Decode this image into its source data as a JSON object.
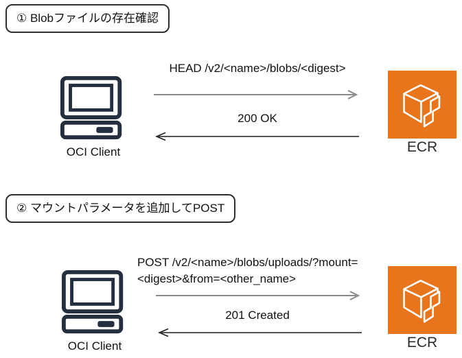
{
  "sections": [
    {
      "step_label": "① Blobファイルの存在確認",
      "request_lines": [
        "HEAD /v2/<name>/blobs/<digest>"
      ],
      "response": "200 OK",
      "client_label": "OCI Client",
      "server_label": "ECR"
    },
    {
      "step_label": "② マウントパラメータを追加してPOST",
      "request_lines": [
        "POST /v2/<name>/blobs/uploads/?mount=",
        "<digest>&from=<other_name>"
      ],
      "response": "201 Created",
      "client_label": "OCI Client",
      "server_label": "ECR"
    }
  ],
  "icons": {
    "client": "computer-icon",
    "server": "ecr-cube-icon"
  },
  "colors": {
    "ecr_orange": "#E8741B",
    "icon_navy": "#232F3E",
    "request_arrow_gray": "#8A8A8A",
    "response_arrow_black": "#1C1C1C",
    "text": "#111111",
    "box_border": "#2F2F2F"
  }
}
